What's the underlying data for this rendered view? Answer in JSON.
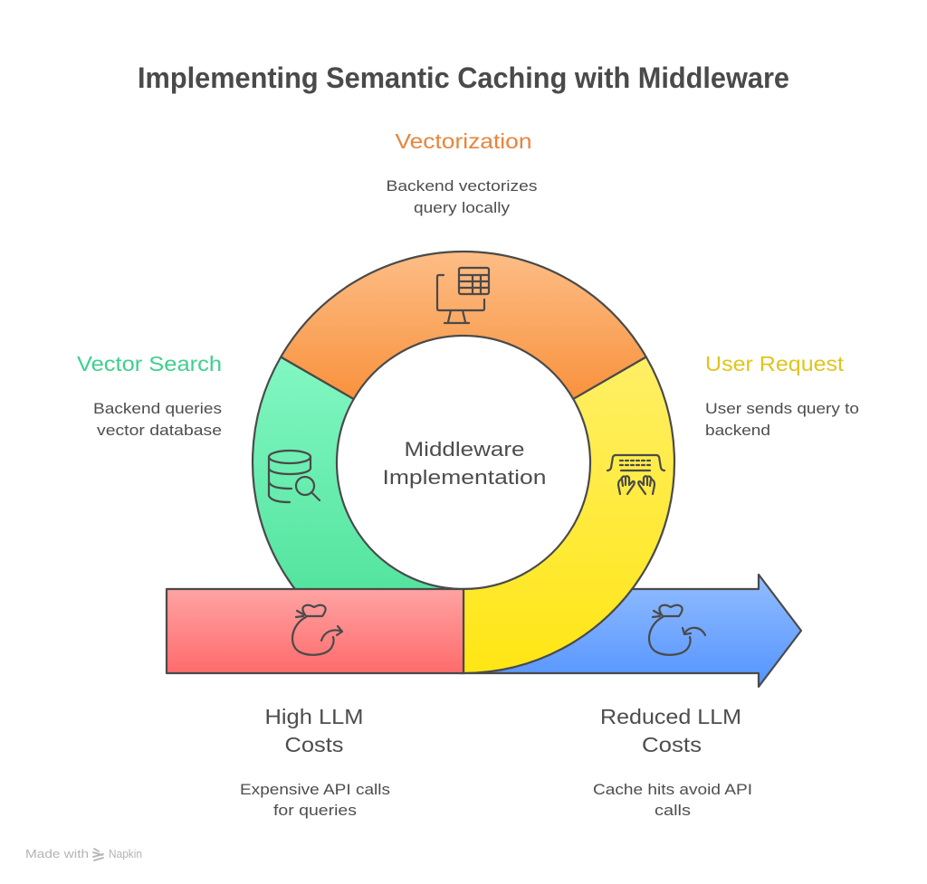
{
  "title": "Implementing Semantic Caching with Middleware",
  "center": {
    "lines": [
      "Middleware",
      "Implementation"
    ]
  },
  "cycle": [
    {
      "name": "Vectorization",
      "description": [
        "Backend vectorizes",
        "query locally"
      ],
      "icon": "monitor-table-icon",
      "label_color": "#E8843B",
      "fill_top": "#FDBD86",
      "fill_bottom": "#F8923D"
    },
    {
      "name": "Vector Search",
      "description": [
        "Backend queries",
        "vector database"
      ],
      "icon": "database-search-icon",
      "label_color": "#3ECF8E",
      "fill_top": "#82F7C2",
      "fill_bottom": "#44DD93"
    },
    {
      "name": "User Request",
      "description": [
        "User sends query to",
        "backend"
      ],
      "icon": "keyboard-hands-icon",
      "label_color": "#DFC51B",
      "fill_top": "#FFEF66",
      "fill_bottom": "#FFE614"
    }
  ],
  "outcomes": [
    {
      "name": [
        "High LLM",
        "Costs"
      ],
      "description": [
        "Expensive API calls",
        "for queries"
      ],
      "icon": "money-bag-outflow-icon",
      "fill_top": "#FFA3A3",
      "fill_bottom": "#FF6B6B"
    },
    {
      "name": [
        "Reduced LLM",
        "Costs"
      ],
      "description": [
        "Cache hits avoid API",
        "calls"
      ],
      "icon": "money-bag-return-icon",
      "fill_top": "#93BDFF",
      "fill_bottom": "#5394FF"
    }
  ],
  "stroke_color": "#4A4A4A",
  "footer": {
    "made_with": "Made with",
    "brand": "Napkin"
  }
}
